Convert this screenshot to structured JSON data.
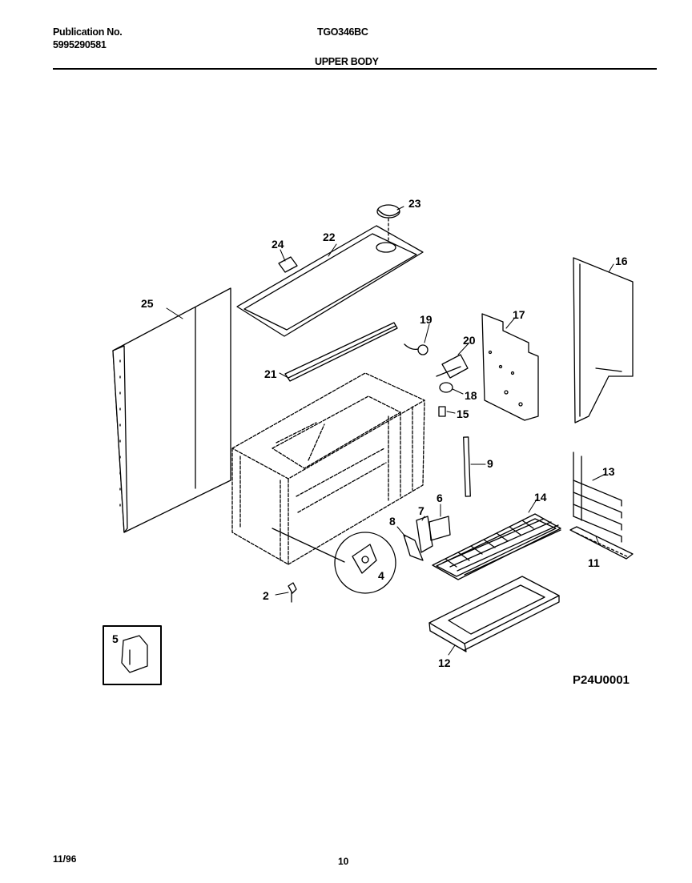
{
  "header": {
    "publication_label": "Publication No.",
    "publication_number": "5995290581",
    "model": "TGO346BC",
    "section": "UPPER BODY"
  },
  "callouts": [
    "23",
    "24",
    "22",
    "16",
    "25",
    "19",
    "17",
    "20",
    "21",
    "18",
    "15",
    "9",
    "13",
    "14",
    "6",
    "7",
    "8",
    "11",
    "4",
    "2",
    "5",
    "12"
  ],
  "figure_code": "P24U0001",
  "footer": {
    "date": "11/96",
    "page": "10"
  }
}
